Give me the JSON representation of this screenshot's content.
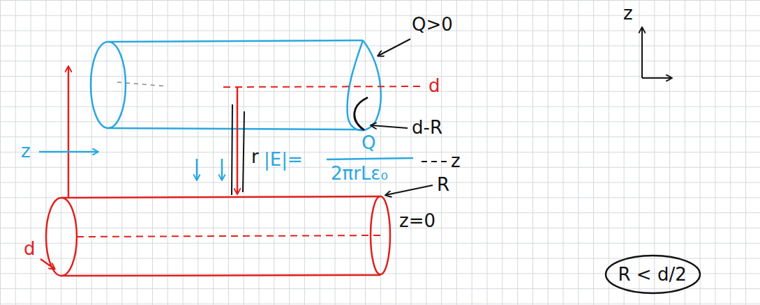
{
  "diagram": {
    "nodes": [
      {
        "text": [
          "R < d/2"
        ]
      }
    ],
    "edges": [],
    "labels": [
      "Q>0",
      "d",
      "d-R",
      "z",
      "r",
      "|E|=",
      "Q",
      "2πrLε₀",
      "z",
      "R",
      "z=0",
      "d",
      "z"
    ]
  }
}
